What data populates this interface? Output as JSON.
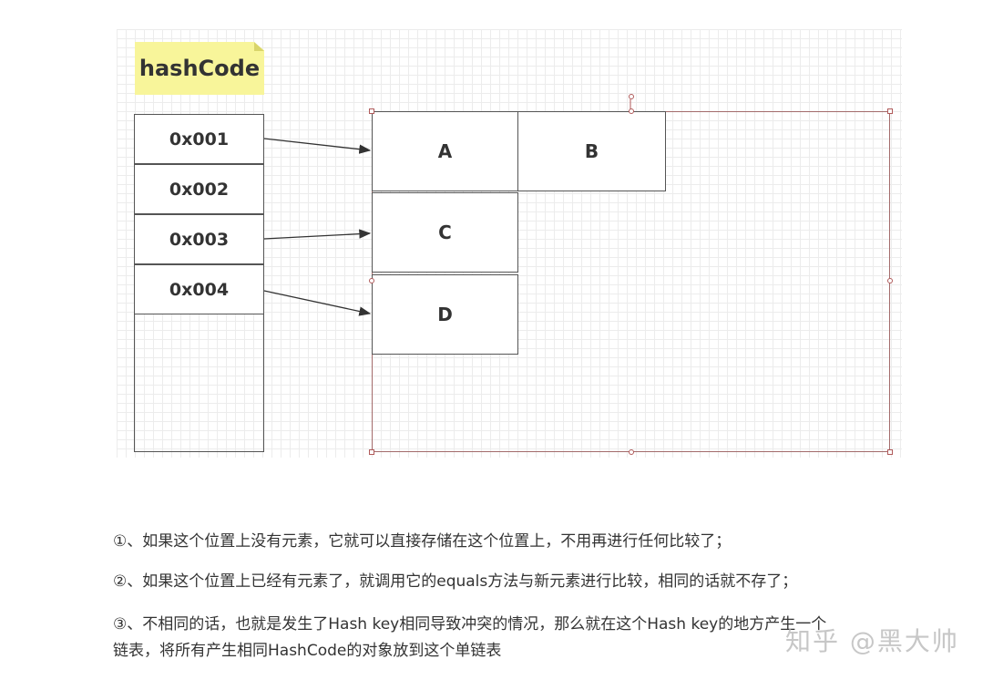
{
  "diagram": {
    "note_label": "hashCode",
    "hash_cells": [
      "0x001",
      "0x002",
      "0x003",
      "0x004"
    ],
    "buckets": {
      "a": "A",
      "b": "B",
      "c": "C",
      "d": "D"
    }
  },
  "explanations": [
    "①、如果这个位置上没有元素，它就可以直接存储在这个位置上，不用再进行任何比较了；",
    "②、如果这个位置上已经有元素了，就调用它的equals方法与新元素进行比较，相同的话就不存了；",
    "③、不相同的话，也就是发生了Hash key相同导致冲突的情况，那么就在这个Hash key的地方产生一个",
    "链表，将所有产生相同HashCode的对象放到这个单链表"
  ],
  "watermark": "知乎 @黑大帅",
  "colors": {
    "note_fill": "#f8f59a",
    "frame_border": "#a36b6b",
    "cell_border": "#555555"
  }
}
